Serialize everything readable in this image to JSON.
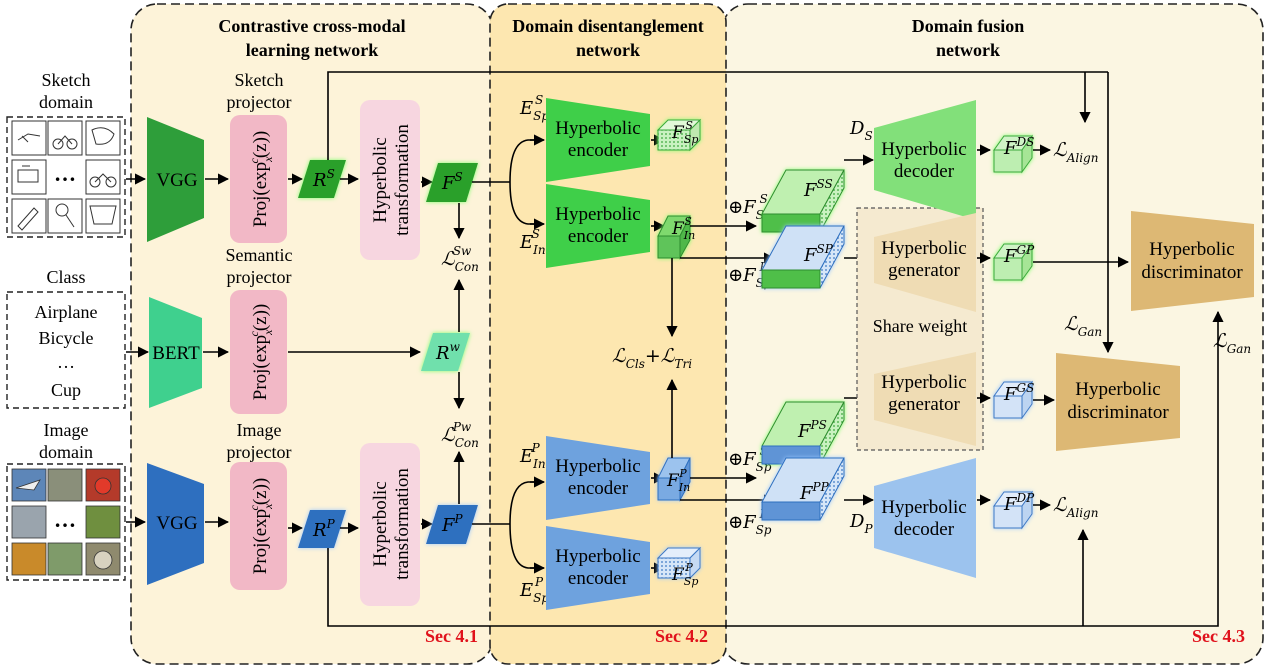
{
  "sections": {
    "contrastive": {
      "title_line1": "Contrastive cross-modal",
      "title_line2": "learning network",
      "tag": "Sec 4.1"
    },
    "disentangle": {
      "title_line1": "Domain disentanglement",
      "title_line2": "network",
      "tag": "Sec 4.2"
    },
    "fusion": {
      "title_line1": "Domain fusion",
      "title_line2": "network",
      "tag": "Sec 4.3"
    }
  },
  "inputs": {
    "sketch": {
      "label_line1": "Sketch",
      "label_line2": "domain",
      "ellipsis": "…"
    },
    "class": {
      "label": "Class",
      "items": [
        "Airplane",
        "Bicycle",
        "…",
        "Cup"
      ]
    },
    "image": {
      "label_line1": "Image",
      "label_line2": "domain",
      "ellipsis": "…"
    }
  },
  "encoders": {
    "sketch": "VGG",
    "semantic": "BERT",
    "image": "VGG"
  },
  "projectors": {
    "sketch_label_line1": "Sketch",
    "sketch_label_line2": "projector",
    "semantic_label_line1": "Semantic",
    "semantic_label_line2": "projector",
    "image_label_line1": "Image",
    "image_label_line2": "projector",
    "formula": "Proj(exp",
    "formula_sub": "x",
    "formula_sup": "c",
    "formula_tail": "(z))"
  },
  "transforms": {
    "line1": "Hyperbolic",
    "line2": "transformation"
  },
  "symbols": {
    "RS": {
      "base": "R",
      "sup": "S"
    },
    "RW": {
      "base": "R",
      "sup": "w"
    },
    "RP": {
      "base": "R",
      "sup": "P"
    },
    "FS": {
      "base": "F",
      "sup": "S"
    },
    "FP": {
      "base": "F",
      "sup": "P"
    },
    "LconSw": {
      "base": "ℒ",
      "sub": "Con",
      "sup": "Sw"
    },
    "LconPw": {
      "base": "ℒ",
      "sub": "Con",
      "sup": "Pw"
    },
    "ESsp": {
      "base": "E",
      "sub": "Sp",
      "sup": "S"
    },
    "ESin": {
      "base": "E",
      "sub": "In",
      "sup": "S"
    },
    "EPin": {
      "base": "E",
      "sub": "In",
      "sup": "P"
    },
    "EPsp": {
      "base": "E",
      "sub": "Sp",
      "sup": "P"
    },
    "FSsp": {
      "base": "F",
      "sub": "Sp",
      "sup": "S"
    },
    "FSin": {
      "base": "F",
      "sub": "In",
      "sup": "S"
    },
    "FPin": {
      "base": "F",
      "sub": "In",
      "sup": "P"
    },
    "FPsp": {
      "base": "F",
      "sub": "Sp",
      "sup": "P"
    },
    "Lcls": "ℒ",
    "Lcls_sub": "Cls",
    "plus": "+",
    "Ltri_sub": "Tri",
    "oplusFSsp_a": {
      "base": "⊕F",
      "sub": "Sp",
      "sup": "S"
    },
    "oplusFPsp_a": {
      "base": "⊕F",
      "sub": "Sp",
      "sup": "P"
    },
    "oplusFSsp_b": {
      "base": "⊕F",
      "sub": "Sp",
      "sup": "S"
    },
    "oplusFPsp_b": {
      "base": "⊕F",
      "sub": "Sp",
      "sup": "P"
    },
    "FSS": {
      "base": "F",
      "sup": "SS"
    },
    "FSP": {
      "base": "F",
      "sup": "SP"
    },
    "FPS": {
      "base": "F",
      "sup": "PS"
    },
    "FPP": {
      "base": "F",
      "sup": "PP"
    },
    "DS": {
      "base": "D",
      "sub": "S"
    },
    "DP": {
      "base": "D",
      "sub": "P"
    },
    "FDS": {
      "base": "F",
      "sup": "DS"
    },
    "FDP": {
      "base": "F",
      "sup": "DP"
    },
    "FGP": {
      "base": "F",
      "sup": "GP"
    },
    "FGS": {
      "base": "F",
      "sup": "GS"
    },
    "LalignTop": {
      "base": "ℒ",
      "sub": "Align"
    },
    "LalignBot": {
      "base": "ℒ",
      "sub": "Align"
    },
    "LganA": {
      "base": "ℒ",
      "sub": "Gan"
    },
    "LganB": {
      "base": "ℒ",
      "sub": "Gan"
    }
  },
  "blocks": {
    "hyp_encoder": {
      "line1": "Hyperbolic",
      "line2": "encoder"
    },
    "hyp_decoder": {
      "line1": "Hyperbolic",
      "line2": "decoder"
    },
    "hyp_generator": {
      "line1": "Hyperbolic",
      "line2": "generator"
    },
    "hyp_discriminator": {
      "line1": "Hyperbolic",
      "line2": "discriminator"
    },
    "share_weight": "Share weight"
  },
  "colors": {
    "panel_fill": "#fdf6e3",
    "panel_mid": "#fde7b0",
    "panel_outer": "#fbf6e2",
    "sketch_green": "#2aa02b",
    "sketch_green_light": "#7ddc70",
    "semantic_green": "#3fcf8e",
    "image_blue": "#2e6fbf",
    "image_blue_light": "#8db6e8",
    "projector_pink": "#f2b8c6",
    "transform_pink": "#f7d6e0",
    "generator_tan": "#efdcb4",
    "discriminator_gold": "#ddb874",
    "section_red": "#e0111b"
  }
}
